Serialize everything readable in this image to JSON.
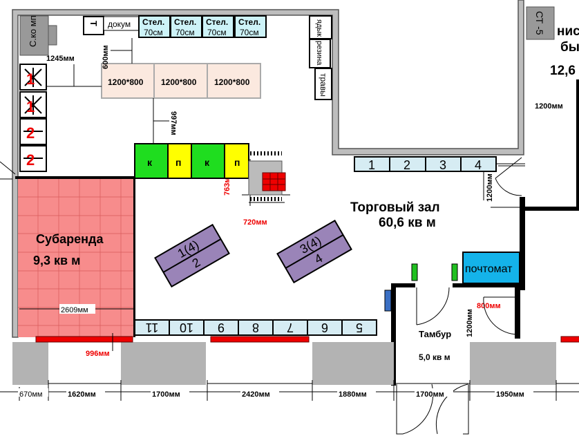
{
  "rooms": {
    "trade_hall": {
      "title": "Торговый зал",
      "area": "60,6 кв м"
    },
    "sublease": {
      "title": "Субаренда",
      "area": "9,3 кв м"
    },
    "vestibule": {
      "title": "Тамбур",
      "area": "5,0 кв м"
    },
    "right_room": {
      "title_part1": "нис",
      "title_part2": "бы",
      "area_part": "12,6"
    }
  },
  "equipment": {
    "s_komp": "С.ко мп",
    "t": "Т",
    "docs": "докум",
    "shelves": [
      {
        "l1": "Стел.",
        "l2": "70см"
      },
      {
        "l1": "Стел.",
        "l2": "70см"
      },
      {
        "l1": "Стел.",
        "l2": "70см"
      },
      {
        "l1": "Стел.",
        "l2": "70см"
      }
    ],
    "side_boxes": [
      "ядык",
      "резина",
      "травы"
    ],
    "tables": [
      "1200*800",
      "1200*800",
      "1200*800"
    ],
    "counters": [
      "к",
      "п",
      "к",
      "п"
    ],
    "crossed": [
      "1",
      "1",
      "2",
      "2"
    ],
    "st5": "СТ -5",
    "postamat": "почтомат",
    "islands": [
      {
        "top": "1(4)",
        "bottom": "2"
      },
      {
        "top": "3(4)",
        "bottom": "4"
      }
    ],
    "racks_top": [
      "1",
      "2",
      "3",
      "4"
    ],
    "racks_bottom": [
      "11",
      "10",
      "9",
      "8",
      "7",
      "6",
      "5"
    ]
  },
  "dimensions": {
    "d1245": "1245мм",
    "d600": "600мм",
    "d997": "997мм",
    "d763": "763мм",
    "d720": "720мм",
    "d1200a": "1200мм",
    "d1200b": "1200мм",
    "d1200c": "1200мм",
    "d800": "800мм",
    "d2609": "2609мм",
    "d996": "996мм",
    "bottom": [
      "670мм",
      "1620мм",
      "1700мм",
      "2420мм",
      "1880мм",
      "1700мм",
      "1950мм"
    ]
  },
  "colors": {
    "sublease": "#f78c8c",
    "green": "#1fdd1f",
    "yellow": "#ffff00",
    "purple": "#9a84b8",
    "postamat": "#14b3ea",
    "red": "#ee0000"
  }
}
